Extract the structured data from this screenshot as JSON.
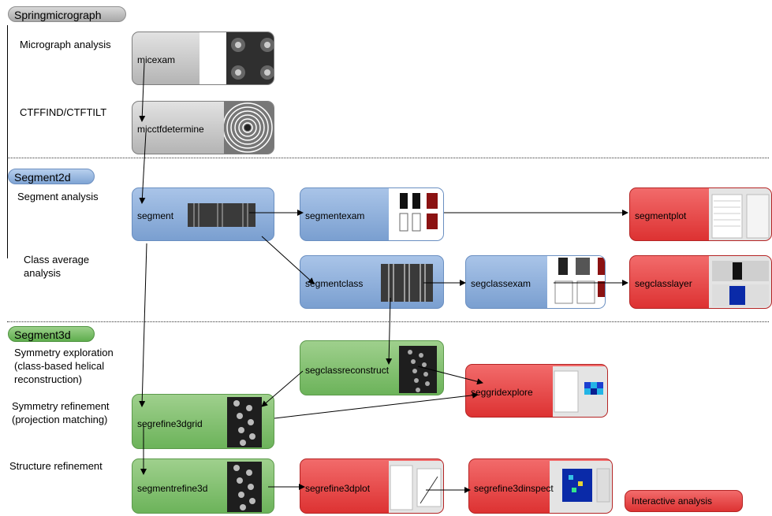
{
  "sections": {
    "springmicrograph": "Springmicrograph",
    "segment2d": "Segment2d",
    "segment3d": "Segment3d"
  },
  "rows": {
    "micrograph_analysis": "Micrograph analysis",
    "ctffind": "CTFFIND/CTFTILT",
    "segment_analysis": "Segment analysis",
    "class_average_1": "Class average",
    "class_average_2": "analysis",
    "symmetry_exploration_1": "Symmetry exploration",
    "symmetry_exploration_2": "(class-based helical",
    "symmetry_exploration_3": "reconstruction)",
    "symmetry_refinement_1": "Symmetry refinement",
    "symmetry_refinement_2": "(projection matching)",
    "structure_refinement": "Structure refinement"
  },
  "programs": {
    "micexam": "micexam",
    "micctfdetermine": "micctfdetermine",
    "segment": "segment",
    "segmentexam": "segmentexam",
    "segmentplot": "segmentplot",
    "segmentclass": "segmentclass",
    "segclassexam": "segclassexam",
    "segclasslayer": "segclasslayer",
    "segclassreconstruct": "segclassreconstruct",
    "seggridexplore": "seggridexplore",
    "segrefine3dgrid": "segrefine3dgrid",
    "segmentrefine3d": "segmentrefine3d",
    "segrefine3dplot": "segrefine3dplot",
    "segrefine3dinspect": "segrefine3dinspect"
  },
  "legend": {
    "interactive": "Interactive analysis"
  },
  "colors": {
    "micrograph_stage": "#b4b4b4",
    "segment2d_stage": "#7fa4d4",
    "segment3d_stage": "#6cb35a",
    "interactive": "#dd3232"
  }
}
